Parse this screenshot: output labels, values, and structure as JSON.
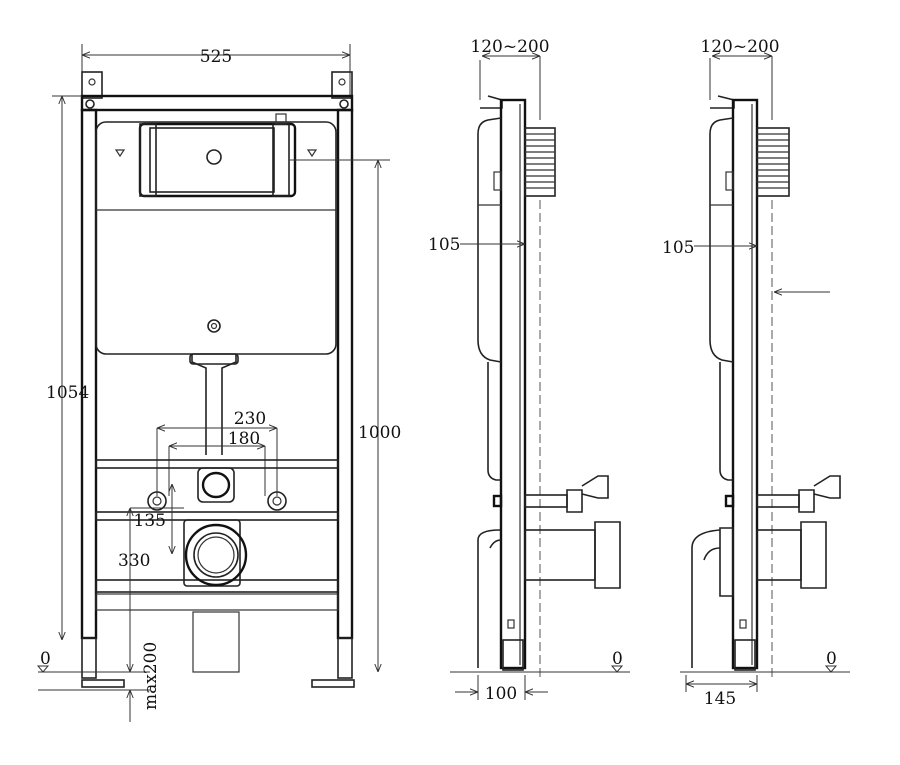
{
  "front": {
    "width": "525",
    "height_total": "1054",
    "height_1000": "1000",
    "dim_230": "230",
    "dim_180": "180",
    "dim_135": "135",
    "dim_330": "330",
    "zero": "0",
    "max200": "max200"
  },
  "side_a": {
    "top": "120~200",
    "depth": "105",
    "bottom": "100",
    "zero": "0"
  },
  "side_b": {
    "top": "120~200",
    "depth": "105",
    "bottom": "145",
    "zero": "0"
  }
}
